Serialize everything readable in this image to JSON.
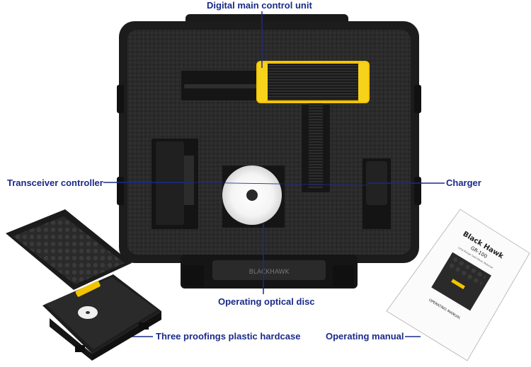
{
  "labels": {
    "main_unit": "Digital main control unit",
    "transceiver": "Transceiver controller",
    "charger": "Charger",
    "disc": "Operating optical disc",
    "hardcase": "Three proofings plastic hardcase",
    "manual": "Operating manual"
  },
  "manual_cover": {
    "title": "Black Hawk",
    "model": "GR-100",
    "subtitle": "Long Range Gold Silver Detector",
    "footer": "OPERATING MANUAL"
  },
  "case_brand": "BLACKHAWK",
  "colors": {
    "label_text": "#1a2a8a",
    "leader_line": "#1a2a8a",
    "case_black": "#1c1c1c",
    "foam": "#2a2a2a",
    "unit_yellow": "#f2c400"
  },
  "icons": [
    "hardcase-photo",
    "control-unit-photo",
    "disc-photo",
    "manual-photo"
  ]
}
